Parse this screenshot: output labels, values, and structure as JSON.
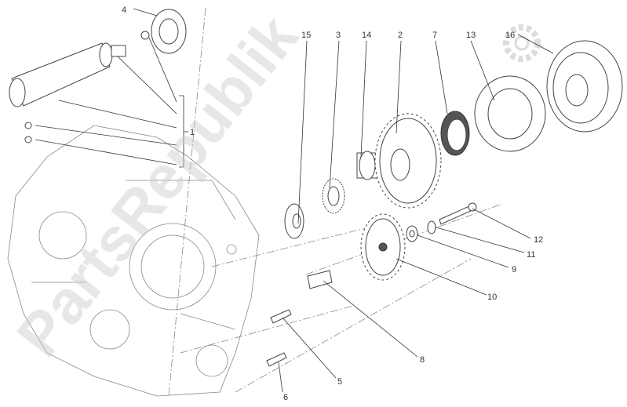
{
  "diagram": {
    "callouts": [
      "4",
      "1",
      "15",
      "3",
      "14",
      "2",
      "7",
      "13",
      "16",
      "12",
      "11",
      "9",
      "10",
      "8",
      "5",
      "6"
    ],
    "watermark": "PartsRepublik",
    "colors": {
      "line": "#333333",
      "watermark": "#cccccc"
    }
  }
}
